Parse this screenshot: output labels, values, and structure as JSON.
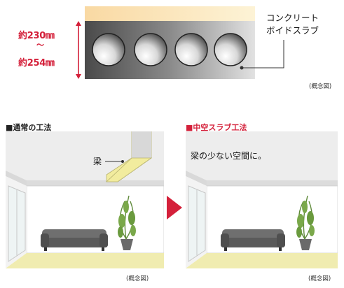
{
  "slab": {
    "thickness_min": "約230㎜",
    "tilde": "〜",
    "thickness_max": "約254㎜",
    "material_label_line1": "コンクリート",
    "material_label_line2": "ボイドスラブ",
    "void_count": 4
  },
  "captions": {
    "top": "(概念図)",
    "left": "(概念図)",
    "right": "(概念図)"
  },
  "conventional": {
    "heading": "■通常の工法",
    "beam_label": "梁"
  },
  "hollow": {
    "heading": "■中空スラブ工法",
    "description": "梁の少ない空間に。"
  },
  "colors": {
    "accent_red": "#d4203a",
    "slab_gradient_top": "#fbe3b3",
    "beam_yellow": "#f2ec9e",
    "floor": "#f0ecb0"
  }
}
